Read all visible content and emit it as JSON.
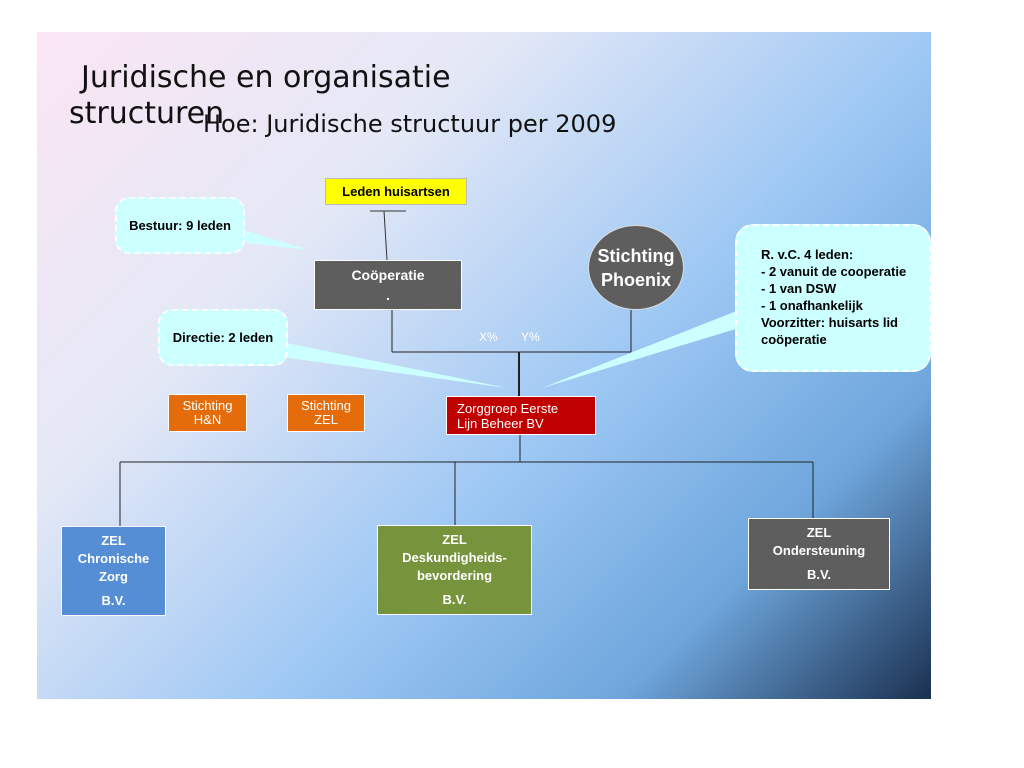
{
  "title": {
    "line1": "Juridische en organisatie",
    "line2": "structuren"
  },
  "subtitle": "Hoe: Juridische structuur per 2009",
  "diagram": {
    "leden": "Leden huisartsen",
    "cooperatie": {
      "line1": "Coöperatie",
      "line2": "."
    },
    "phoenix": {
      "line1": "Stichting",
      "line2": "Phoenix"
    },
    "zorggroep": {
      "line1": "Zorggroep Eerste",
      "line2": "Lijn Beheer BV"
    },
    "stichting_hn": {
      "line1": "Stichting",
      "line2": "H&N"
    },
    "stichting_zel": {
      "line1": "Stichting",
      "line2": "ZEL"
    },
    "bestuur": "Bestuur: 9 leden",
    "directie": "Directie: 2 leden",
    "rvc": {
      "line1": "R. v.C. 4 leden:",
      "line2": "- 2 vanuit de cooperatie",
      "line3": "- 1 van DSW",
      "line4": "- 1 onafhankelijk",
      "line5": "Voorzitter: huisarts lid",
      "line6": "coöperatie"
    },
    "x_pct": "X%",
    "y_pct": "Y%",
    "zel_chronisch": {
      "line1": "ZEL",
      "line2": "Chronische",
      "line3": "Zorg",
      "bv": "B.V."
    },
    "zel_desk": {
      "line1": "ZEL",
      "line2": "Deskundigheids-",
      "line3": "bevordering",
      "bv": "B.V."
    },
    "zel_onder": {
      "line1": "ZEL",
      "line2": "Ondersteuning",
      "bv": "B.V."
    }
  },
  "colors": {
    "yellow": "#ffff00",
    "gray": "#5e5e5e",
    "red": "#c00000",
    "orange": "#e46c0a",
    "blue": "#558ed5",
    "green": "#77933c",
    "callout": "#ccffff"
  }
}
